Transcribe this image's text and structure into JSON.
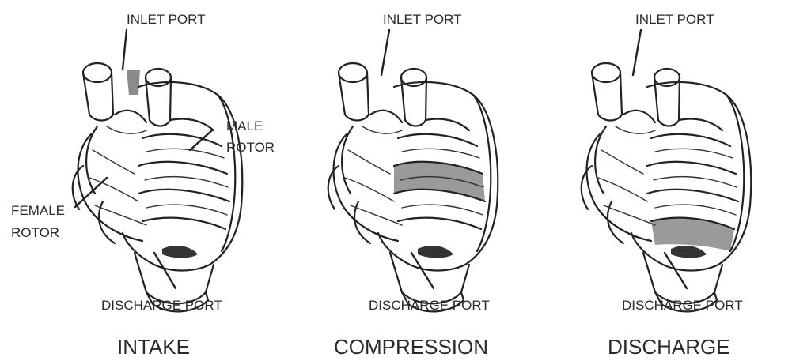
{
  "colors": {
    "ink": "#222222",
    "shade": "#9a9a9a",
    "background": "#ffffff"
  },
  "stages": [
    {
      "caption": "INTAKE",
      "inlet_label": "INLET PORT",
      "discharge_label": "DISCHARGE PORT",
      "male_rotor_label_line1": "MALE",
      "male_rotor_label_line2": "ROTOR",
      "female_rotor_label_line1": "FEMALE",
      "female_rotor_label_line2": "ROTOR"
    },
    {
      "caption": "COMPRESSION",
      "inlet_label": "INLET PORT",
      "discharge_label": "DISCHARGE PORT"
    },
    {
      "caption": "DISCHARGE",
      "inlet_label": "INLET PORT",
      "discharge_label": "DISCHARGE PORT"
    }
  ]
}
